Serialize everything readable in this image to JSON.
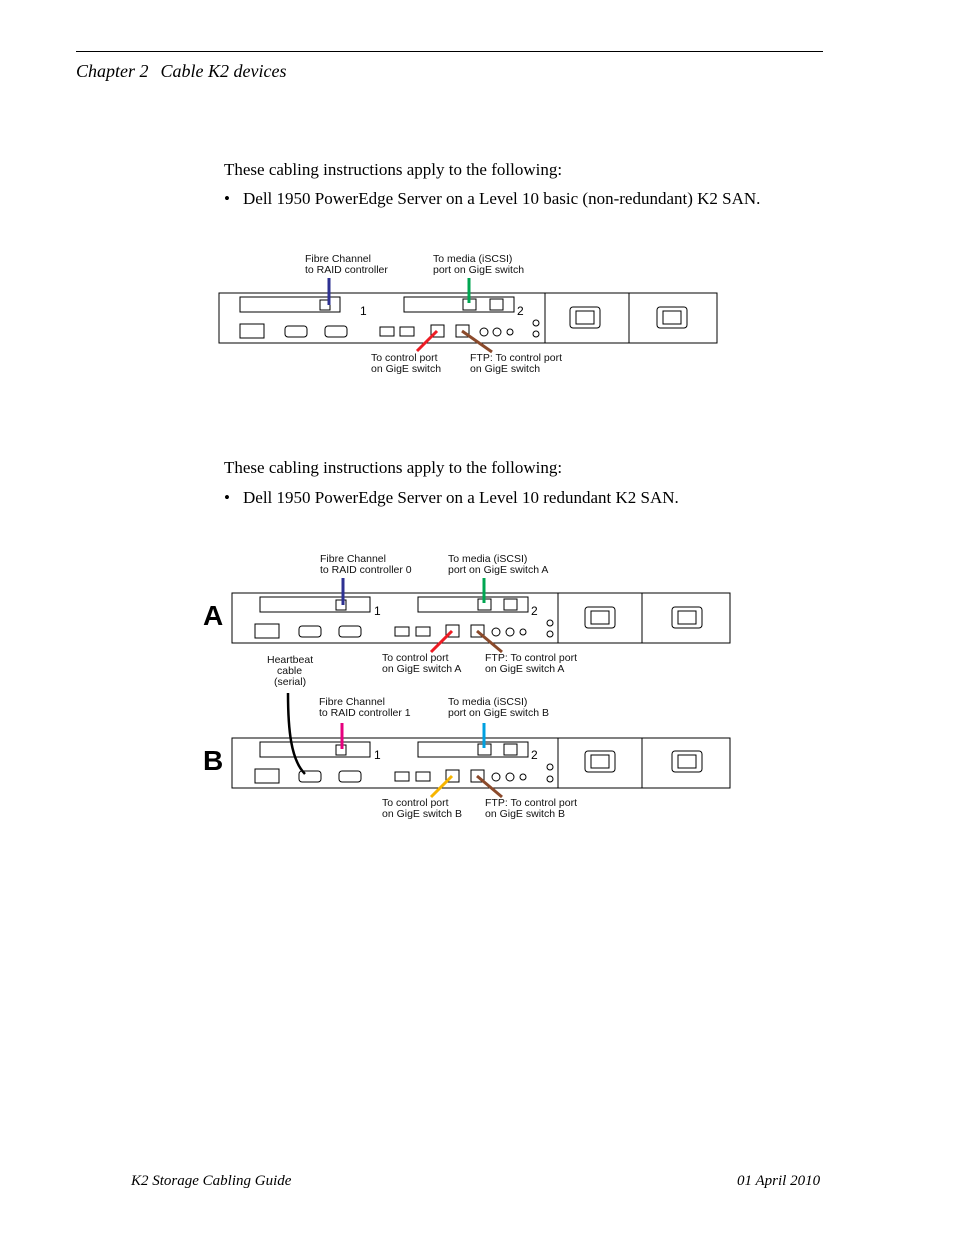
{
  "header": {
    "chapter": "Chapter 2",
    "title": "Cable K2 devices"
  },
  "section1": {
    "intro": "These cabling instructions apply to the following:",
    "bullet": "Dell 1950 PowerEdge Server on a Level 10 basic (non-redundant) K2 SAN."
  },
  "section2": {
    "intro": "These cabling instructions apply to the following:",
    "bullet": "Dell 1950 PowerEdge Server on a Level 10 redundant K2 SAN."
  },
  "diagram1": {
    "labels": {
      "fc_l1": "Fibre Channel",
      "fc_l2": "to RAID controller",
      "media_l1": "To media (iSCSI)",
      "media_l2": "port on GigE switch",
      "ctrl_l1": "To control port",
      "ctrl_l2": "on GigE switch",
      "ftp_l1": "FTP: To control port",
      "ftp_l2": "on GigE switch"
    },
    "slot1": "1",
    "slot2": "2"
  },
  "diagram2": {
    "server_a": "A",
    "server_b": "B",
    "labels": {
      "fc_a_l1": "Fibre Channel",
      "fc_a_l2": "to RAID controller 0",
      "media_a_l1": "To media (iSCSI)",
      "media_a_l2": "port on GigE switch A",
      "ctrl_a_l1": "To control port",
      "ctrl_a_l2": "on GigE switch A",
      "ftp_a_l1": "FTP: To control port",
      "ftp_a_l2": "on GigE switch A",
      "hb_l1": "Heartbeat",
      "hb_l2": "cable",
      "hb_l3": "(serial)",
      "fc_b_l1": "Fibre Channel",
      "fc_b_l2": "to RAID controller 1",
      "media_b_l1": "To media (iSCSI)",
      "media_b_l2": "port on GigE switch B",
      "ctrl_b_l1": "To control port",
      "ctrl_b_l2": "on GigE switch B",
      "ftp_b_l1": "FTP: To control port",
      "ftp_b_l2": "on GigE switch B"
    },
    "slot1": "1",
    "slot2": "2"
  },
  "cable_colors": {
    "fibre_channel_0": "#2e3192",
    "fibre_channel_1": "#e6007e",
    "media_a": "#00a651",
    "media_b": "#00a0e0",
    "control_a": "#ed1c24",
    "control_b": "#f7b500",
    "ftp": "#8b4a2b",
    "heartbeat": "#000000"
  },
  "footer": {
    "left": "K2 Storage Cabling Guide",
    "right": "01 April 2010"
  }
}
